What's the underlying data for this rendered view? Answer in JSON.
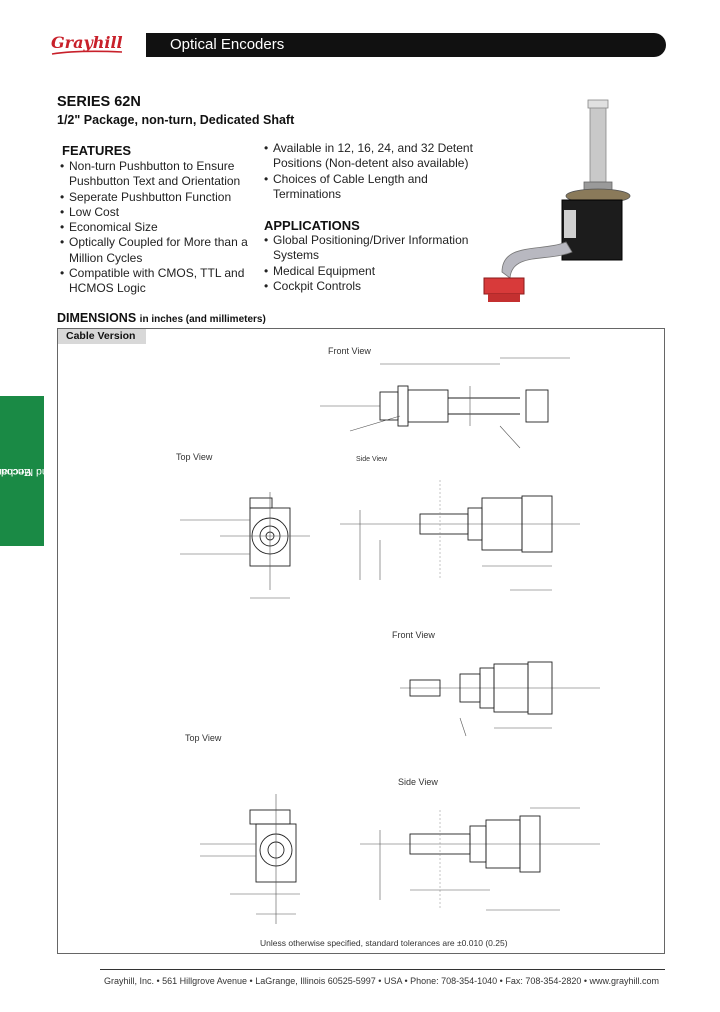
{
  "header": {
    "logo_text": "Grayhill",
    "section_title": "Optical Encoders"
  },
  "series": {
    "title": "SERIES 62N",
    "subtitle": "1/2\" Package, non-turn, Dedicated Shaft"
  },
  "features": {
    "heading": "FEATURES",
    "items": [
      "Non-turn Pushbutton to Ensure Pushbutton Text and Orientation",
      "Seperate Pushbutton Function",
      "Low Cost",
      "Economical Size",
      "Optically Coupled for More than a Million Cycles",
      "Compatible with CMOS, TTL and HCMOS Logic"
    ],
    "items_right": [
      "Available in 12, 16, 24, and 32 Detent Positions (Non-detent also available)",
      "Choices of Cable Length and Terminations"
    ]
  },
  "applications": {
    "heading": "APPLICATIONS",
    "items": [
      "Global Positioning/Driver Information Systems",
      "Medical Equipment",
      "Cockpit Controls"
    ]
  },
  "side_tab": {
    "line1": "Optical and Mechanical",
    "line2": "Encoders"
  },
  "dimensions": {
    "heading": "DIMENSIONS",
    "heading_note": "in inches (and millimeters)",
    "cable_version_label": "Cable Version",
    "view_labels": {
      "front_view_1": "Front View",
      "top_view_1": "Top View",
      "side_view_1": "Side View",
      "front_view_2": "Front View",
      "top_view_2": "Top View",
      "side_view_2": "Side View"
    },
    "tolerance_note": "Unless otherwise specified, standard tolerances are ±0.010 (0.25)"
  },
  "footer": {
    "text": "Grayhill, Inc. • 561 Hillgrove Avenue • LaGrange, Illinois 60525-5997 • USA • Phone: 708-354-1040 • Fax: 708-354-2820 • www.grayhill.com"
  },
  "colors": {
    "header_bar": "#111111",
    "side_tab": "#1a8a45",
    "logo_red": "#c8202a",
    "connector_red": "#d83a3a"
  }
}
